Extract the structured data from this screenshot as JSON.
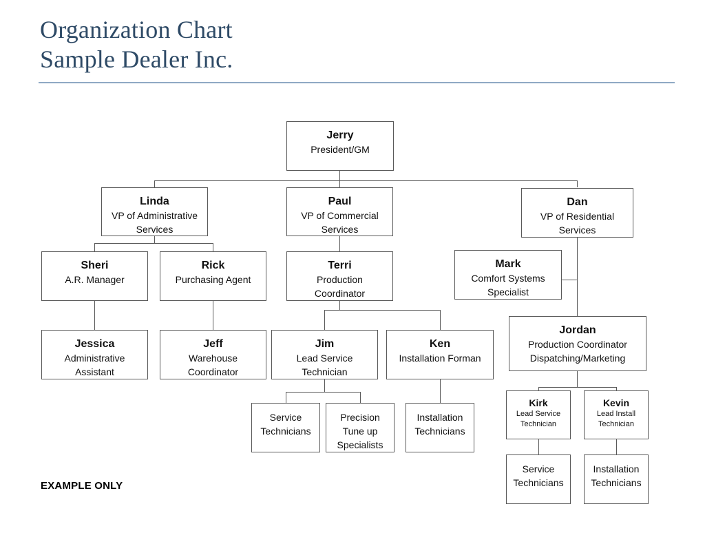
{
  "header": {
    "title_line1": "Organization Chart",
    "title_line2": "Sample Dealer Inc.",
    "rule_color": "#8fa9c4",
    "title_color": "#2e4a66"
  },
  "footer": {
    "note": "EXAMPLE ONLY"
  },
  "chart_data": {
    "type": "diagram",
    "title": "Organization Chart — Sample Dealer Inc.",
    "nodes": [
      {
        "id": "jerry",
        "name": "Jerry",
        "title": "President/GM"
      },
      {
        "id": "linda",
        "name": "Linda",
        "title": "VP of Administrative\nServices"
      },
      {
        "id": "paul",
        "name": "Paul",
        "title": "VP of Commercial\nServices"
      },
      {
        "id": "dan",
        "name": "Dan",
        "title": "VP of Residential\nServices"
      },
      {
        "id": "sheri",
        "name": "Sheri",
        "title": "A.R. Manager"
      },
      {
        "id": "rick",
        "name": "Rick",
        "title": "Purchasing Agent"
      },
      {
        "id": "terri",
        "name": "Terri",
        "title": "Production\nCoordinator"
      },
      {
        "id": "mark",
        "name": "Mark",
        "title": "Comfort Systems\nSpecialist"
      },
      {
        "id": "jessica",
        "name": "Jessica",
        "title": "Administrative\nAssistant"
      },
      {
        "id": "jeff",
        "name": "Jeff",
        "title": "Warehouse\nCoordinator"
      },
      {
        "id": "jim",
        "name": "Jim",
        "title": "Lead Service\nTechnician"
      },
      {
        "id": "ken",
        "name": "Ken",
        "title": "Installation Forman"
      },
      {
        "id": "jordan",
        "name": "Jordan",
        "title": "Production Coordinator\nDispatching/Marketing"
      },
      {
        "id": "kirk",
        "name": "Kirk",
        "title": "Lead Service\nTechnician"
      },
      {
        "id": "kevin",
        "name": "Kevin",
        "title": "Lead Install\nTechnician"
      },
      {
        "id": "jim_svc",
        "name": "",
        "title": "Service\nTechnicians"
      },
      {
        "id": "jim_ptu",
        "name": "",
        "title": "Precision\nTune up\nSpecialists"
      },
      {
        "id": "ken_inst",
        "name": "",
        "title": "Installation\nTechnicians"
      },
      {
        "id": "kirk_svc",
        "name": "",
        "title": "Service\nTechnicians"
      },
      {
        "id": "kevin_inst",
        "name": "",
        "title": "Installation\nTechnicians"
      }
    ],
    "edges": [
      {
        "from": "jerry",
        "to": "linda"
      },
      {
        "from": "jerry",
        "to": "paul"
      },
      {
        "from": "jerry",
        "to": "dan"
      },
      {
        "from": "linda",
        "to": "sheri"
      },
      {
        "from": "linda",
        "to": "rick"
      },
      {
        "from": "paul",
        "to": "terri"
      },
      {
        "from": "dan",
        "to": "mark"
      },
      {
        "from": "dan",
        "to": "jordan"
      },
      {
        "from": "sheri",
        "to": "jessica"
      },
      {
        "from": "rick",
        "to": "jeff"
      },
      {
        "from": "terri",
        "to": "jim"
      },
      {
        "from": "terri",
        "to": "ken"
      },
      {
        "from": "jim",
        "to": "jim_svc"
      },
      {
        "from": "jim",
        "to": "jim_ptu"
      },
      {
        "from": "ken",
        "to": "ken_inst"
      },
      {
        "from": "jordan",
        "to": "kirk"
      },
      {
        "from": "jordan",
        "to": "kevin"
      },
      {
        "from": "kirk",
        "to": "kirk_svc"
      },
      {
        "from": "kevin",
        "to": "kevin_inst"
      }
    ],
    "box_border_color": "#595959",
    "connector_color": "#595959"
  }
}
